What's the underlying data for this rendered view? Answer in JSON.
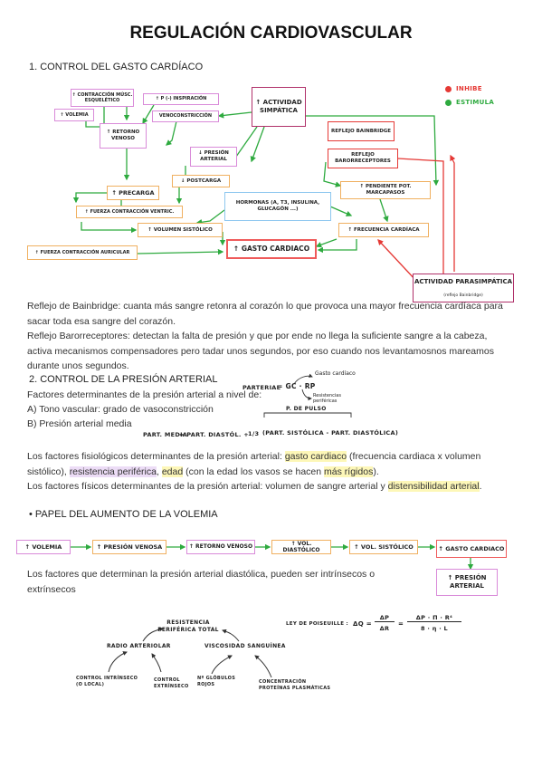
{
  "title": "REGULACIÓN CARDIOVASCULAR",
  "section1": {
    "heading": "1.    CONTROL DEL GASTO CARDÍACO",
    "legend": {
      "inhibe": "INHIBE",
      "estimula": "ESTIMULA",
      "inhibe_color": "#e53935",
      "estimula_color": "#2eaa3f"
    },
    "nodes": {
      "contraccion": "↑ CONTRACCIÓN MÚSC. ESQUELÉTICO",
      "inspiracion": "↑ P (-) INSPIRACIÓN",
      "volemia": "↑ VOLEMIA",
      "retorno": "↑ RETORNO VENOSO",
      "vasoconstriccion": "VENOCONSTRICCIÓN",
      "simpatica": "↑ ACTIVIDAD SIMPÁTICA",
      "bainbridge": "REFLEJO BAINBRIDGE",
      "baroreceptores": "REFLEJO BARORRECEPTORES",
      "presion": "↓ PRESIÓN ARTERIAL",
      "postcarga": "↓ POSTCARGA",
      "precarga": "↑ PRECARGA",
      "hormonas": "HORMONAS (A, T3, INSULINA, GLUCAGÓN ...)",
      "pendiente": "↑ PENDIENTE POT. MARCAPASOS",
      "fuerza_ventric": "↑ FUERZA CONTRACCIÓN VENTRIC.",
      "volumen_sistolico": "↑ VOLUMEN SISTÓLICO",
      "frecuencia": "↑ FRECUENCIA CARDÍACA",
      "fuerza_auricular": "↑ FUERZA CONTRACCIÓN AURICULAR",
      "gasto": "↑ GASTO CARDIACO",
      "parasimpatica": "ACTIVIDAD PARASIMPÁTICA",
      "parasimpatica_note": "(reflejo Bainbridge)"
    },
    "para1": "Reflejo de Bainbridge: cuanta más sangre retonra al corazón lo que provoca una mayor frecuencia cardíaca para sacar toda esa sangre del corazón.",
    "para2": "Reflejo Barorreceptores: detectan la falta de presión y que por ende no llega la suficiente sangre a la cabeza, activa mecanismos compensadores pero tadar unos segundos, por eso cuando nos levantamosnos mareamos durante unos segundos."
  },
  "section2": {
    "heading": "2.    CONTROL DE LA PRESIÓN ARTERIAL",
    "factores": "Factores determinantes de la presión arterial a nivel de:",
    "a": "A) Tono vascular: grado de vasoconstricción",
    "b": "B) Presión arterial media",
    "formula1": {
      "lhs": "PARTERIAL",
      "eq": "= GC · RP",
      "gc_note": "Gasto cardíaco",
      "rp_note": "Resistencias periféricas"
    },
    "formula2": {
      "lhs": "PART. MEDIA",
      "eq1": "= PART. DIASTÓL. +",
      "frac": "1/3",
      "paren": "(PART. SISTÓLICA - PART. DIASTÓLICA)",
      "note": "P. de pulso"
    },
    "fisio_a": "Los factores fisiológicos determinantes de la presión arterial: ",
    "fisio_b": "gasto cardiaco",
    "fisio_c": " (frecuencia cardiaca x volumen sistólico),",
    "fisio_d": "resistencia periférica",
    "fisio_e": ", ",
    "fisio_f": "edad",
    "fisio_g": " (con la edad los vasos se hacen ",
    "fisio_h": "más rígidos",
    "fisio_i": ").",
    "fisicos_a": "Los factores físicos determinantes de la presión arterial: volumen de sangre arterial y ",
    "fisicos_b": "distensibilidad arterial",
    "fisicos_c": "."
  },
  "section3": {
    "heading": "•      PAPEL DEL AUMENTO DE LA VOLEMIA",
    "chain": [
      "↑ VOLEMIA",
      "↑ PRESIÓN VENOSA",
      "↑ RETORNO VENOSO",
      "↑ VOL. DIASTÓLICO",
      "↑ VOL. SISTÓLICO",
      "↑ GASTO CARDIACO"
    ],
    "presion_arterial": "↑ PRESIÓN ARTERIAL",
    "diastolica": "Los factores que determinan la presión arterial diastólica, pueden ser intrínsecos o extrínsecos"
  },
  "tree": {
    "resistencia": "RESISTENCIA PERIFÉRICA TOTAL",
    "radio": "RADIO ARTERIOLAR",
    "viscosidad": "VISCOSIDAD SANGUÍNEA",
    "intrinseco": "CONTROL INTRÍNSECO (O LOCAL)",
    "extrinseco": "CONTROL EXTRÍNSECO",
    "globulos": "Nº GLÓBULOS ROJOS",
    "proteinas": "CONCENTRACIÓN PROTEÍNAS PLASMÁTICAS",
    "poiseuille_label": "LEY DE POISEUILLE :",
    "poiseuille_lhs": "ΔQ =",
    "poiseuille_frac1_num": "ΔP",
    "poiseuille_frac1_den": "ΔR",
    "poiseuille_eq2": "=",
    "poiseuille_frac2_num": "ΔP · π · r⁴",
    "poiseuille_frac2_den": "8 · η · L"
  }
}
